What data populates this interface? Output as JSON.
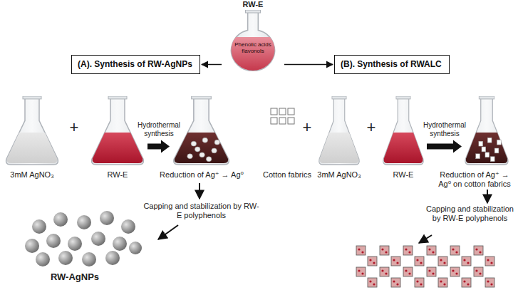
{
  "diagram": {
    "nodes": [
      {
        "text": [
          "RW-E",
          "Phenolic acids flavonols"
        ]
      },
      {
        "text": [
          "(A). Synthesis of RW-AgNPs"
        ]
      },
      {
        "text": [
          "(B). Synthesis of RWALC"
        ]
      },
      {
        "text": [
          "3mM AgNO₃"
        ]
      },
      {
        "text": [
          "RW-E"
        ]
      },
      {
        "text": [
          "Reduction of Ag⁺ → Ag⁰"
        ]
      },
      {
        "text": [
          "3mM AgNO₃"
        ]
      },
      {
        "text": [
          "RW-E"
        ]
      },
      {
        "text": [
          "Reduction of Ag⁺ → Ag⁰ on cotton fabrics"
        ]
      }
    ],
    "edges": [
      {
        "from": 0,
        "to": 1,
        "arrow": "to"
      },
      {
        "from": 0,
        "to": 2,
        "arrow": "to"
      },
      {
        "from": 4,
        "to": 5,
        "label": "Hydrothermal synthesis",
        "arrow": "to"
      },
      {
        "from": 7,
        "to": 8,
        "label": "Hydrothermal synthesis",
        "arrow": "to"
      }
    ],
    "labels": [
      "+",
      "Capping and stabilization by RW-E polyphenols",
      "RW-AgNPs",
      "Cotton fabrics",
      "+",
      "+",
      "Capping and stabilization by RW-E polyphenols"
    ]
  }
}
